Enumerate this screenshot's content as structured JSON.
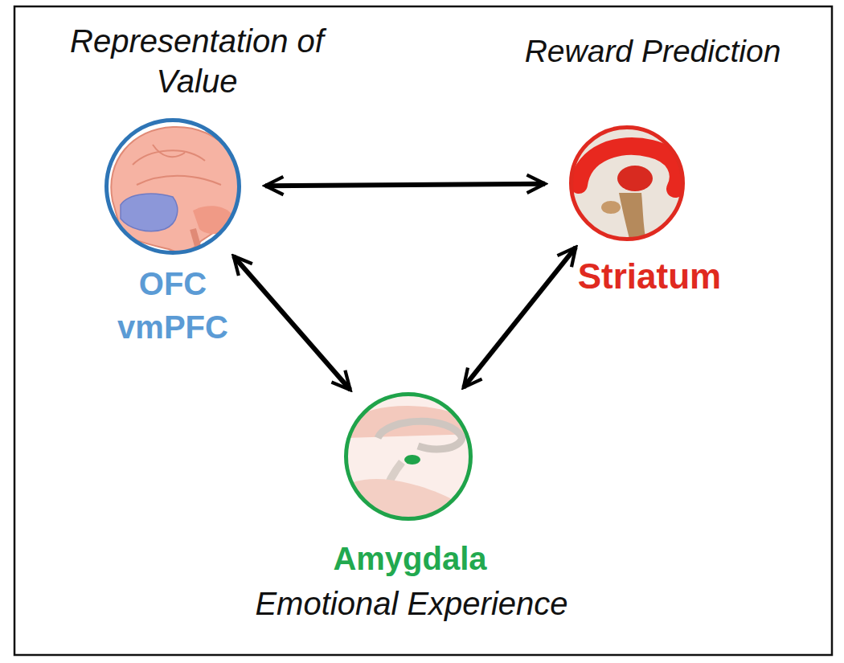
{
  "diagram": {
    "nodes": [
      {
        "text": [
          "Representation of Value",
          "OFC vmPFC"
        ]
      },
      {
        "text": [
          "Reward Prediction",
          "Striatum"
        ]
      },
      {
        "text": [
          "Amygdala",
          "Emotional Experience"
        ]
      }
    ],
    "edges": [
      {
        "from": 0,
        "to": 1,
        "arrow": "both"
      },
      {
        "from": 0,
        "to": 2,
        "arrow": "both"
      },
      {
        "from": 1,
        "to": 2,
        "arrow": "both"
      }
    ]
  }
}
